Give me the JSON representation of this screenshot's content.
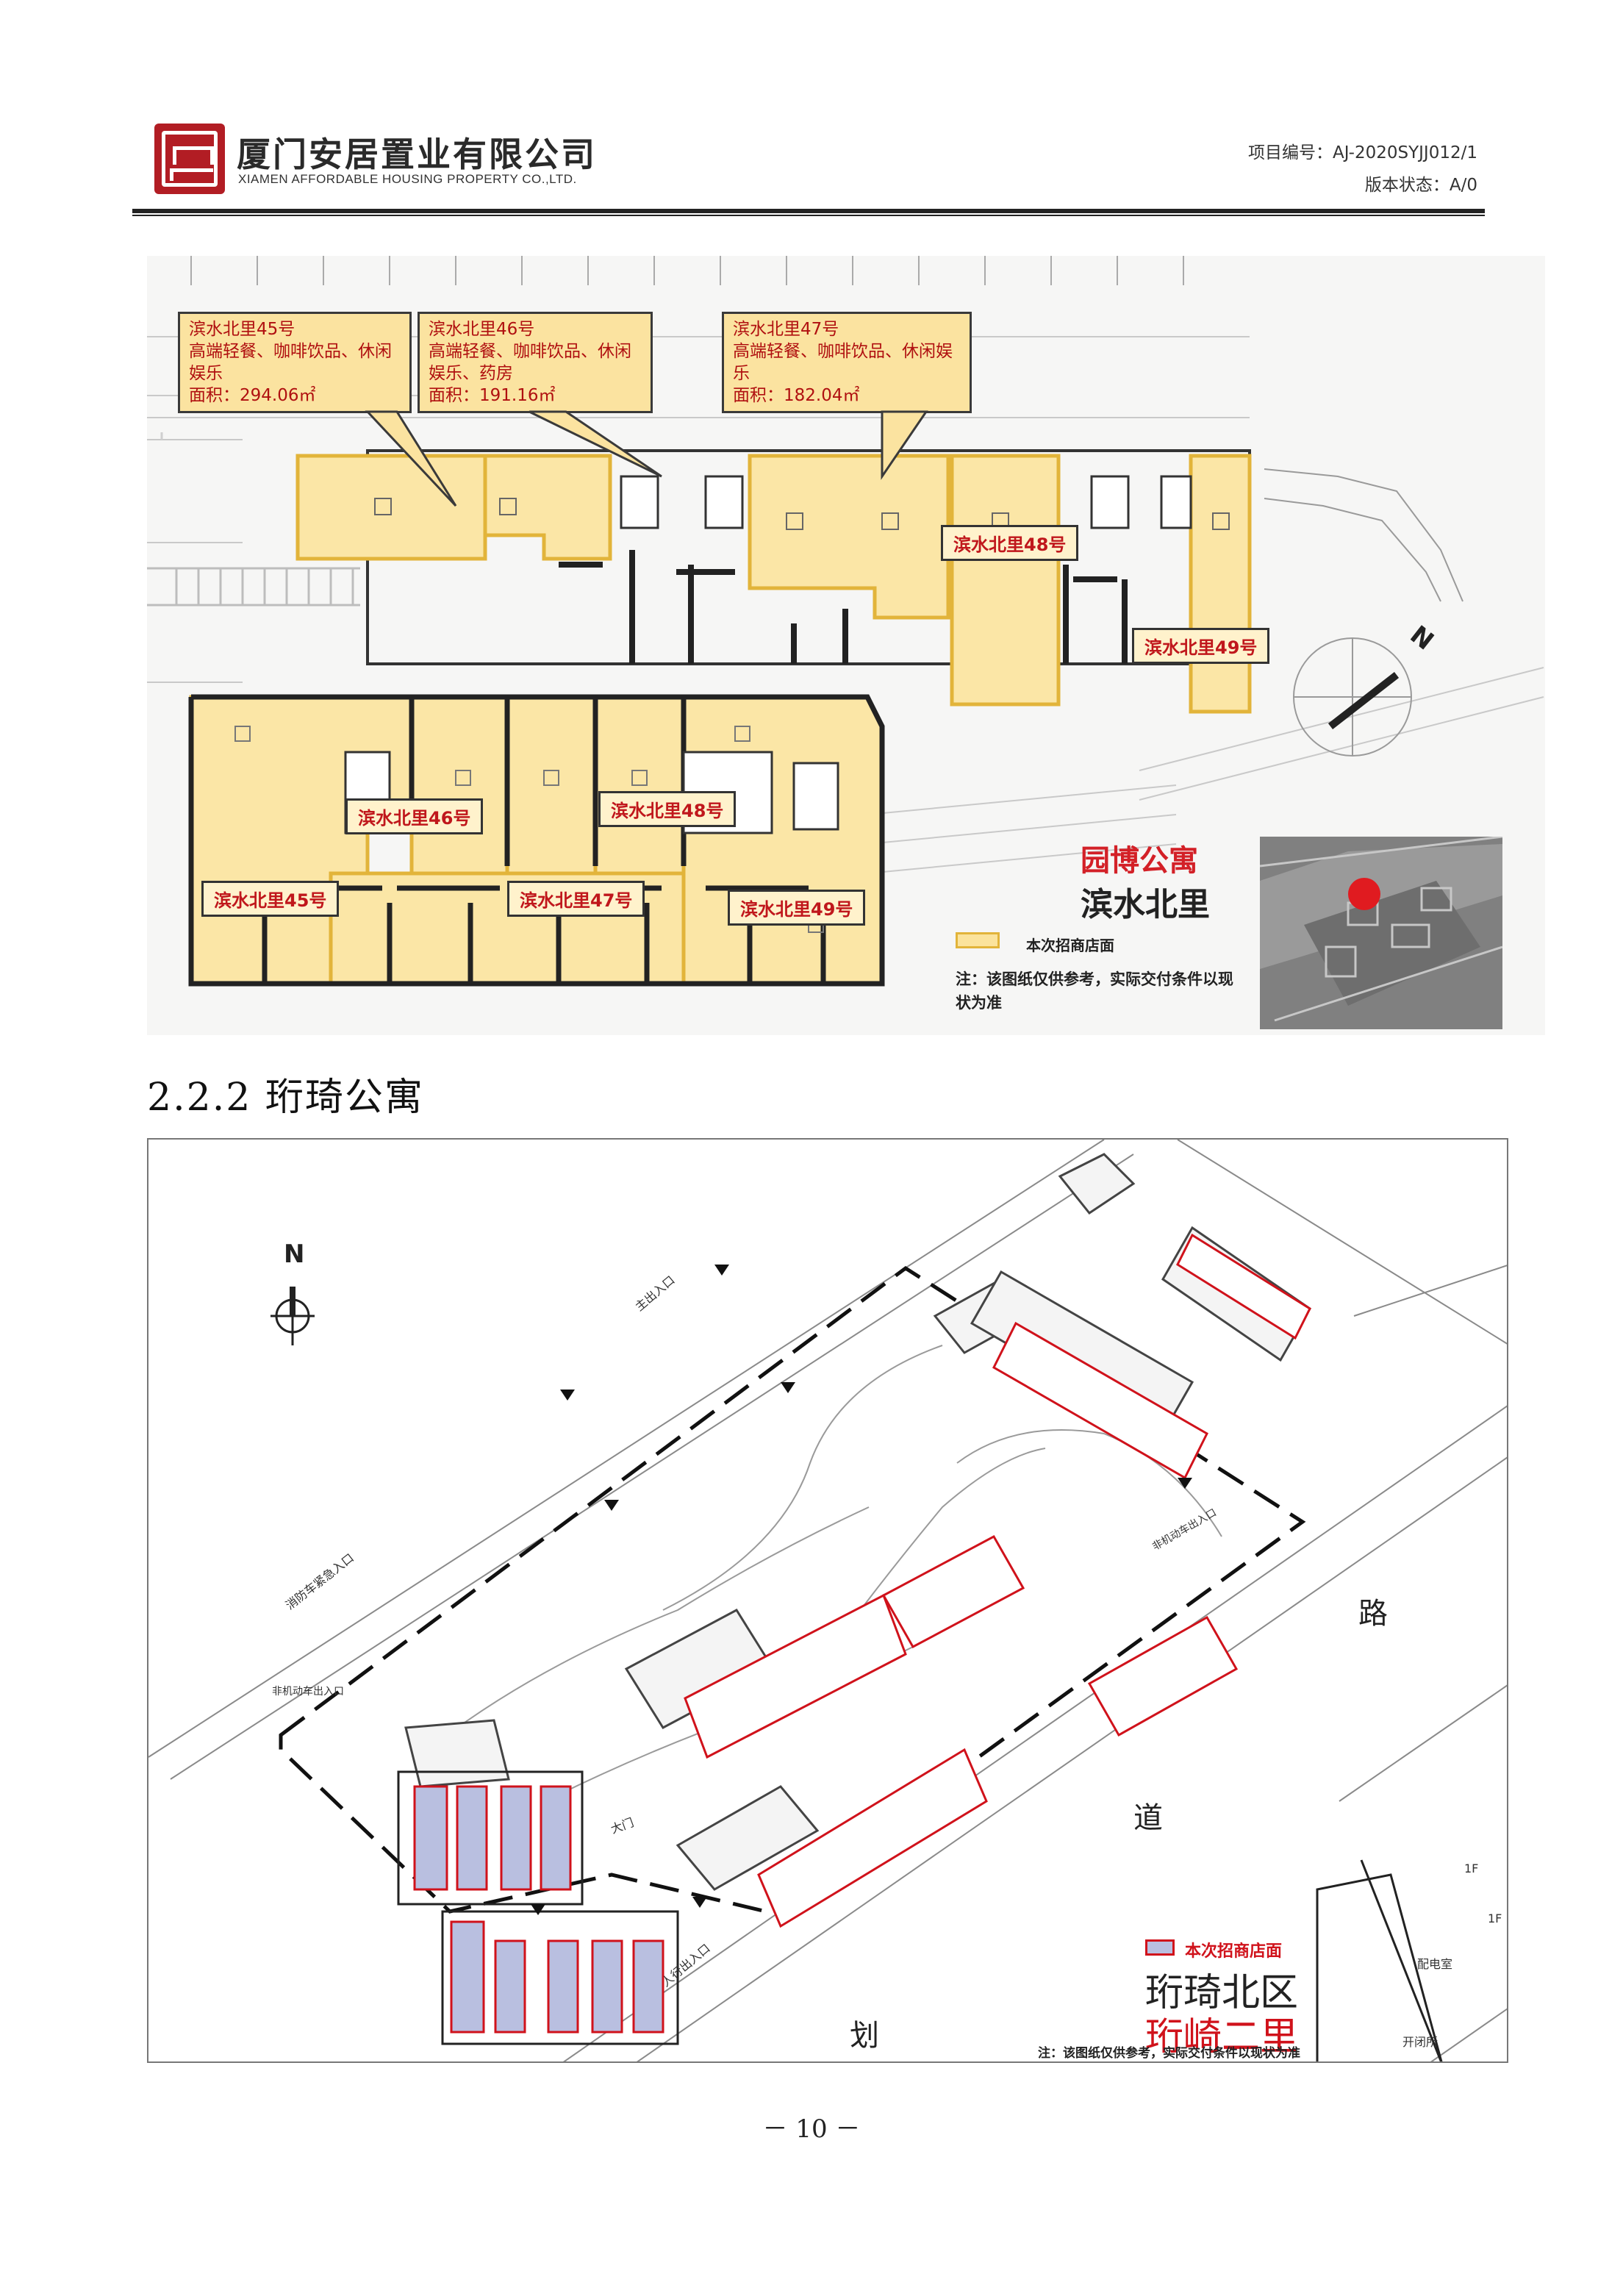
{
  "header": {
    "company_cn": "厦门安居置业有限公司",
    "company_en": "XIAMEN AFFORDABLE HOUSING PROPERTY CO.,LTD.",
    "project_no": "项目编号：AJ-2020SYJJ012/1",
    "version": "版本状态：A/0"
  },
  "plan1": {
    "callouts": [
      {
        "title": "滨水北里45号",
        "use": "高端轻餐、咖啡饮品、休闲娱乐",
        "area": "面积：294.06㎡"
      },
      {
        "title": "滨水北里46号",
        "use": "高端轻餐、咖啡饮品、休闲娱乐、药房",
        "area": "面积：191.16㎡"
      },
      {
        "title": "滨水北里47号",
        "use": "高端轻餐、咖啡饮品、休闲娱乐",
        "area": "面积：182.04㎡"
      }
    ],
    "unit_tags": {
      "u48_top": "滨水北里48号",
      "u49_top": "滨水北里49号",
      "u46_low": "滨水北里46号",
      "u48_low": "滨水北里48号",
      "u45_low": "滨水北里45号",
      "u47_low": "滨水北里47号",
      "u49_low": "滨水北里49号"
    },
    "north": "N",
    "legend": {
      "title": "园博公寓",
      "subtitle": "滨水北里",
      "swatch_label": "本次招商店面",
      "note": "注：该图纸仅供参考，实际交付条件以现状为准"
    },
    "colors": {
      "highlight_fill": "#fbe39c",
      "highlight_stroke": "#e2b43a",
      "accent_red": "#d32027"
    }
  },
  "section_heading": "2.2.2 珩琦公寓",
  "plan2": {
    "north": "N",
    "labels": {
      "main_entrance": "主出入口",
      "fire_entrance": "消防车紧急入口",
      "non_motor_exit": "非机动车出入口",
      "non_motor_exit_right": "非机动车出入口",
      "gate": "大门",
      "pedestrian": "人行出入口",
      "floor_1f_a": "1F",
      "floor_1f_b": "1F",
      "substation": "配电室",
      "switch_room": "开闭所"
    },
    "road_chars": [
      "路",
      "道",
      "划"
    ],
    "legend": {
      "swatch_label": "本次招商店面",
      "name_a": "珩琦北区",
      "name_b": "珩崎二里",
      "note": "注：该图纸仅供参考，实际交付条件以现状为准"
    },
    "colors": {
      "shop_fill": "#b9bfe0",
      "shop_stroke": "#d0121b"
    }
  },
  "page_number": "－ 10 －"
}
